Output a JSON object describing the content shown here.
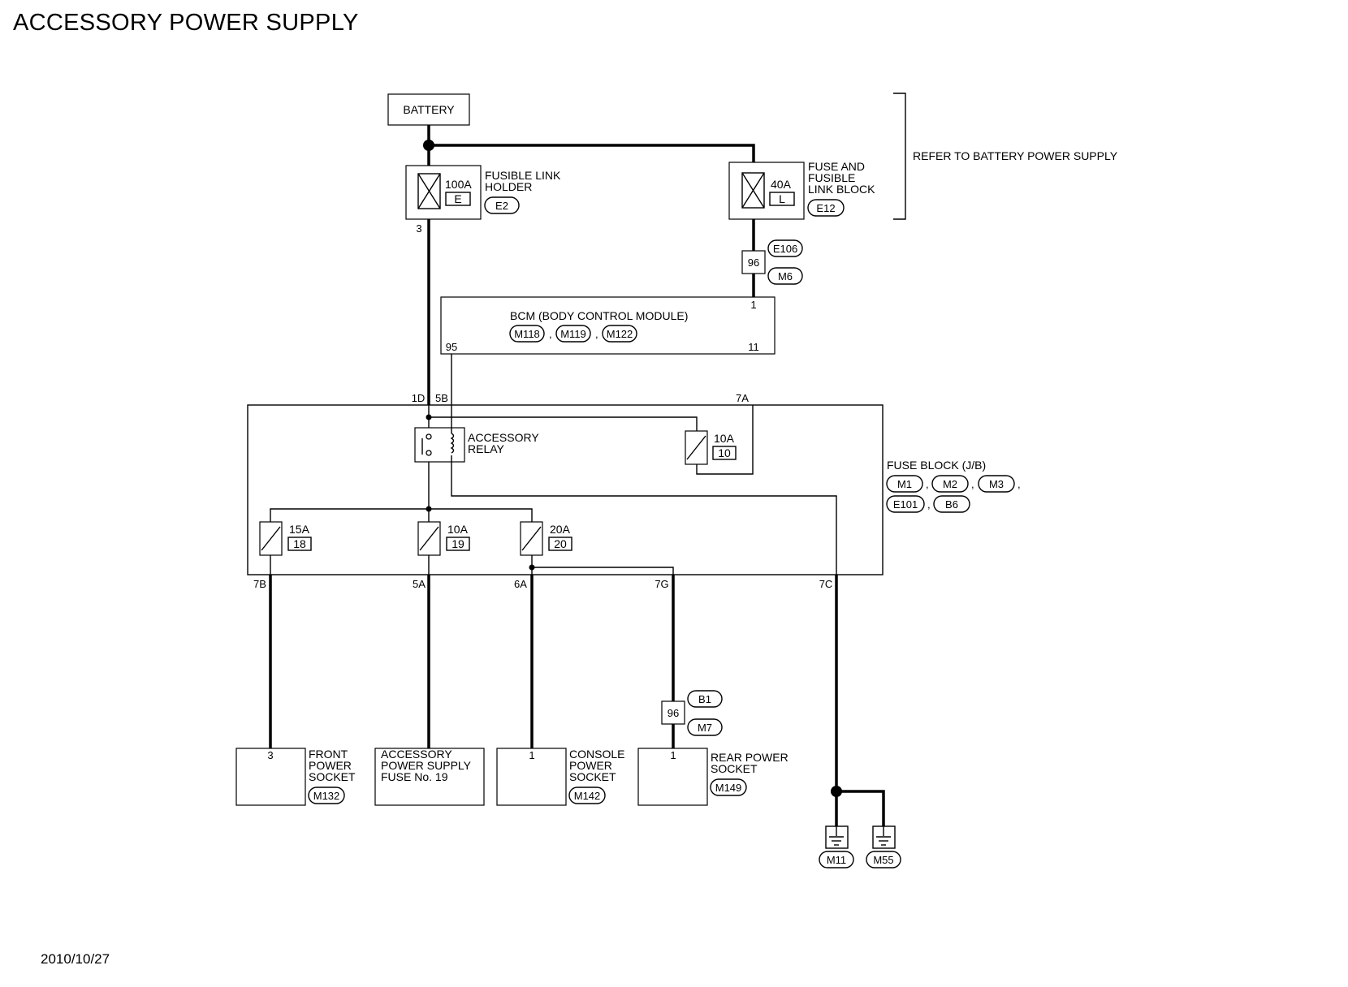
{
  "title": "ACCESSORY POWER SUPPLY",
  "date": "2010/10/27",
  "battery": {
    "label": "BATTERY"
  },
  "fusible_link": {
    "amp": "100A",
    "code": "E",
    "name_line1": "FUSIBLE LINK",
    "name_line2": "HOLDER",
    "connector": "E2",
    "pin": "3"
  },
  "fuse_fusible_link_block": {
    "amp": "40A",
    "code": "L",
    "name_line1": "FUSE AND",
    "name_line2": "FUSIBLE",
    "name_line3": "LINK BLOCK",
    "connector": "E12"
  },
  "refer_note": "REFER TO BATTERY POWER SUPPLY",
  "joint_upper": {
    "pin": "96",
    "connector_a": "E106",
    "connector_b": "M6"
  },
  "bcm": {
    "name": "BCM (BODY CONTROL MODULE)",
    "connectors": [
      "M118",
      "M119",
      "M122"
    ],
    "separator": ",",
    "pin_1": "1",
    "pin_95": "95",
    "pin_11": "11"
  },
  "fuse_block": {
    "name": "FUSE BLOCK (J/B)",
    "connectors": [
      "M1",
      "M2",
      "M3",
      "E101",
      "B6"
    ],
    "separator": ",",
    "pins": {
      "p1D": "1D",
      "p5B": "5B",
      "p7A": "7A",
      "p7B": "7B",
      "p5A": "5A",
      "p6A": "6A",
      "p7G": "7G",
      "p7C": "7C"
    },
    "relay": {
      "line1": "ACCESSORY",
      "line2": "RELAY"
    },
    "fuses": [
      {
        "amp": "10A",
        "num": "10"
      },
      {
        "amp": "15A",
        "num": "18"
      },
      {
        "amp": "10A",
        "num": "19"
      },
      {
        "amp": "20A",
        "num": "20"
      }
    ]
  },
  "joint_lower": {
    "pin": "96",
    "connector_a": "B1",
    "connector_b": "M7"
  },
  "loads": {
    "front_socket": {
      "pin": "3",
      "line1": "FRONT",
      "line2": "POWER",
      "line3": "SOCKET",
      "connector": "M132"
    },
    "acc_fuse": {
      "line1": "ACCESSORY",
      "line2": "POWER SUPPLY",
      "line3": "FUSE No. 19"
    },
    "console_socket": {
      "pin": "1",
      "line1": "CONSOLE",
      "line2": "POWER",
      "line3": "SOCKET",
      "connector": "M142"
    },
    "rear_socket": {
      "pin": "1",
      "line1": "REAR POWER",
      "line2": "SOCKET",
      "connector": "M149"
    }
  },
  "grounds": [
    "M11",
    "M55"
  ]
}
